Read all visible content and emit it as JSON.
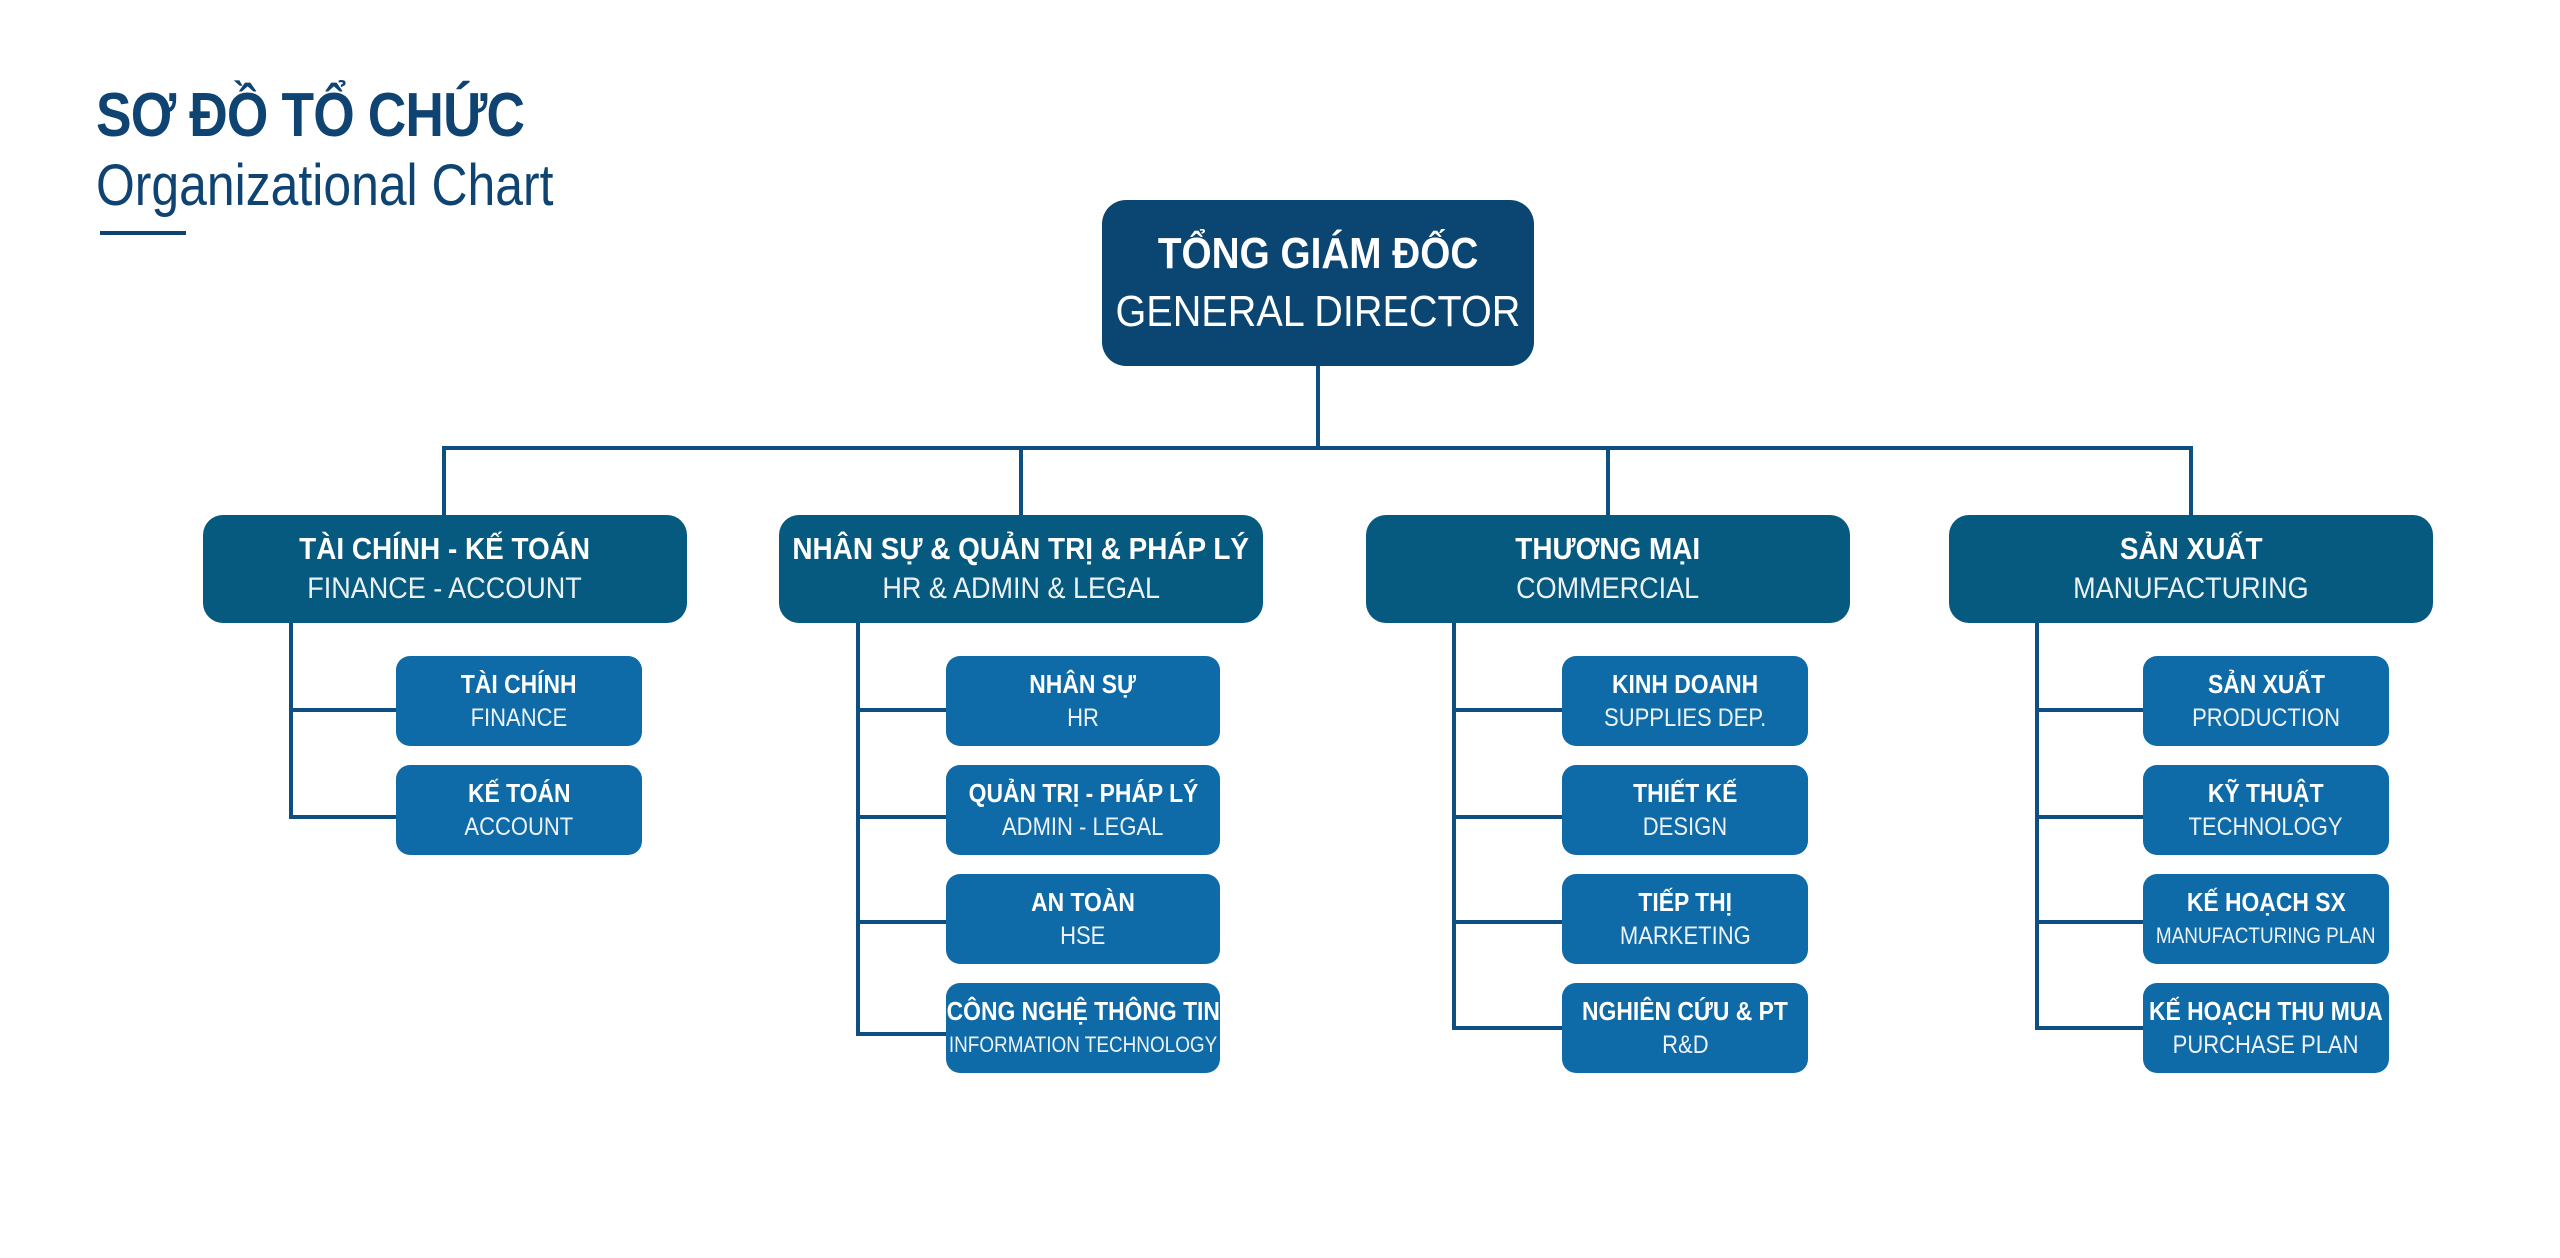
{
  "header": {
    "title_vi": "SƠ ĐỒ TỔ CHỨC",
    "title_en": "Organizational Chart"
  },
  "colors": {
    "ceo": "#0b4572",
    "department": "#06597f",
    "unit": "#0f6aa8",
    "line": "#0e4f82",
    "title": "#0e4372"
  },
  "ceo": {
    "vi": "TỔNG GIÁM ĐỐC",
    "en": "GENERAL DIRECTOR"
  },
  "departments": [
    {
      "vi": "TÀI CHÍNH - KẾ TOÁN",
      "en": "FINANCE - ACCOUNT",
      "units": [
        {
          "vi": "TÀI CHÍNH",
          "en": "FINANCE"
        },
        {
          "vi": "KẾ TOÁN",
          "en": "ACCOUNT"
        }
      ]
    },
    {
      "vi": "NHÂN SỰ & QUẢN TRỊ & PHÁP LÝ",
      "en": "HR & ADMIN & LEGAL",
      "units": [
        {
          "vi": "NHÂN SỰ",
          "en": "HR"
        },
        {
          "vi": "QUẢN TRỊ - PHÁP LÝ",
          "en": "ADMIN - LEGAL"
        },
        {
          "vi": "AN TOÀN",
          "en": "HSE"
        },
        {
          "vi": "CÔNG NGHỆ THÔNG TIN",
          "en": "INFORMATION TECHNOLOGY"
        }
      ]
    },
    {
      "vi": "THƯƠNG MẠI",
      "en": "COMMERCIAL",
      "units": [
        {
          "vi": "KINH DOANH",
          "en": "SUPPLIES DEP."
        },
        {
          "vi": "THIẾT KẾ",
          "en": "DESIGN"
        },
        {
          "vi": "TIẾP THỊ",
          "en": "MARKETING"
        },
        {
          "vi": "NGHIÊN CỨU & PT",
          "en": "R&D"
        }
      ]
    },
    {
      "vi": "SẢN XUẤT",
      "en": "MANUFACTURING",
      "units": [
        {
          "vi": "SẢN XUẤT",
          "en": "PRODUCTION"
        },
        {
          "vi": "KỸ THUẬT",
          "en": "TECHNOLOGY"
        },
        {
          "vi": "KẾ HOẠCH SX",
          "en": "MANUFACTURING PLAN"
        },
        {
          "vi": "KẾ HOẠCH THU MUA",
          "en": "PURCHASE PLAN"
        }
      ]
    }
  ]
}
